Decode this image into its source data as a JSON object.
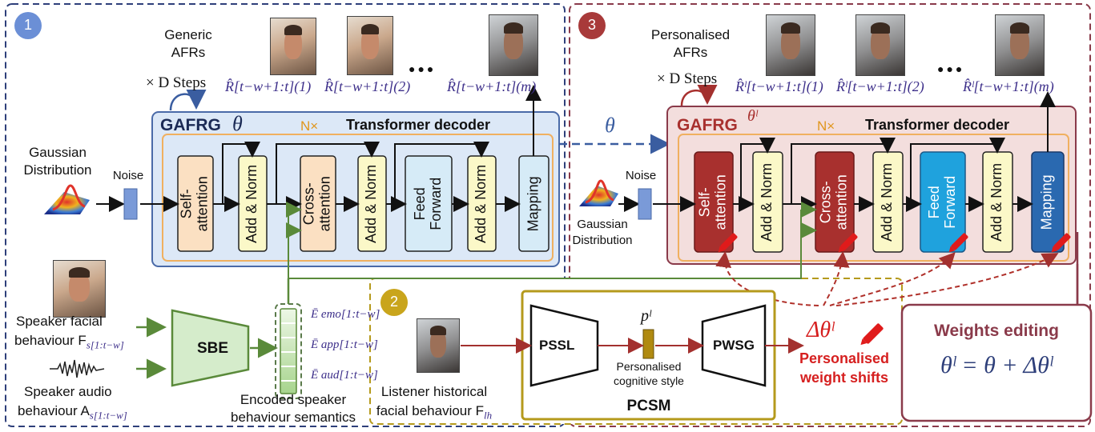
{
  "section_numbers": {
    "one": "1",
    "two": "2",
    "three": "3"
  },
  "generic": {
    "afrs_label_1": "Generic",
    "afrs_label_2": "AFRs",
    "steps": "× D Steps",
    "r1": "R̂[t−w+1:t](1)",
    "r2": "R̂[t−w+1:t](2)",
    "rm": "R̂[t−w+1:t](m)",
    "ellipsis": "●●●",
    "model_name": "GAFRG",
    "model_param": "θ",
    "nx": "N×",
    "decoder_title": "Transformer decoder",
    "blocks": [
      "Self-\nattention",
      "Add & Norm",
      "Cross-\nattention",
      "Add & Norm",
      "Feed\nForward",
      "Add & Norm",
      "Mapping"
    ]
  },
  "gaussian_left": {
    "line1": "Gaussian",
    "line2": "Distribution",
    "noise": "Noise"
  },
  "theta_transfer": "θ",
  "personalised": {
    "afrs_label_1": "Personalised",
    "afrs_label_2": "AFRs",
    "steps": "× D Steps",
    "r1": "R̂ˡ[t−w+1:t](1)",
    "r2": "R̂ˡ[t−w+1:t](2)",
    "rm": "R̂ˡ[t−w+1:t](m)",
    "ellipsis": "●●●",
    "model_name": "GAFRG",
    "model_param": "θˡ",
    "nx": "N×",
    "decoder_title": "Transformer decoder",
    "blocks": [
      "Self-\nattention",
      "Add & Norm",
      "Cross-\nattention",
      "Add & Norm",
      "Feed\nForward",
      "Add & Norm",
      "Mapping"
    ]
  },
  "gaussian_right": {
    "line1": "Gaussian",
    "line2": "Distribution",
    "noise": "Noise"
  },
  "speaker": {
    "facial_line1": "Speaker facial",
    "facial_line2": "behaviour F",
    "facial_sub": "s[1:t−w]",
    "audio_line1": "Speaker audio",
    "audio_line2": "behaviour A",
    "audio_sub": "s[1:t−w]",
    "sbe": "SBE",
    "e_emo": "Ē emo[1:t−w]",
    "e_app": "Ē app[1:t−w]",
    "e_aud": "Ē aud[1:t−w]",
    "encoded_line1": "Encoded speaker",
    "encoded_line2": "behaviour semantics"
  },
  "pcsm": {
    "listener_line1": "Listener historical",
    "listener_line2": "facial behaviour F",
    "listener_sub": "lh",
    "pssl": "PSSL",
    "p_label": "pˡ",
    "style_line1": "Personalised",
    "style_line2": "cognitive style",
    "pwsg": "PWSG",
    "title": "PCSM",
    "delta": "Δθˡ",
    "shift_line1": "Personalised",
    "shift_line2": "weight shifts"
  },
  "weights_editing": {
    "title": "Weights editing",
    "formula": "θˡ = θ + Δθˡ"
  },
  "colors": {
    "panel1_border": "#2e3f7a",
    "panel2_border": "#b59a1c",
    "panel3_border": "#8a3a4a",
    "generic_box": "#dce8f7",
    "personal_box": "#f3dedd",
    "orange_block": "#fbe0c2",
    "yellow_block": "#fbf8c8",
    "blue_block": "#d6ebf7",
    "red_block": "#a8302e",
    "cyan_block": "#1fa2dd",
    "mapping_dark": "#2a69b0",
    "accent_red": "#d61f1f",
    "green_sbe": "#d5eccb"
  }
}
